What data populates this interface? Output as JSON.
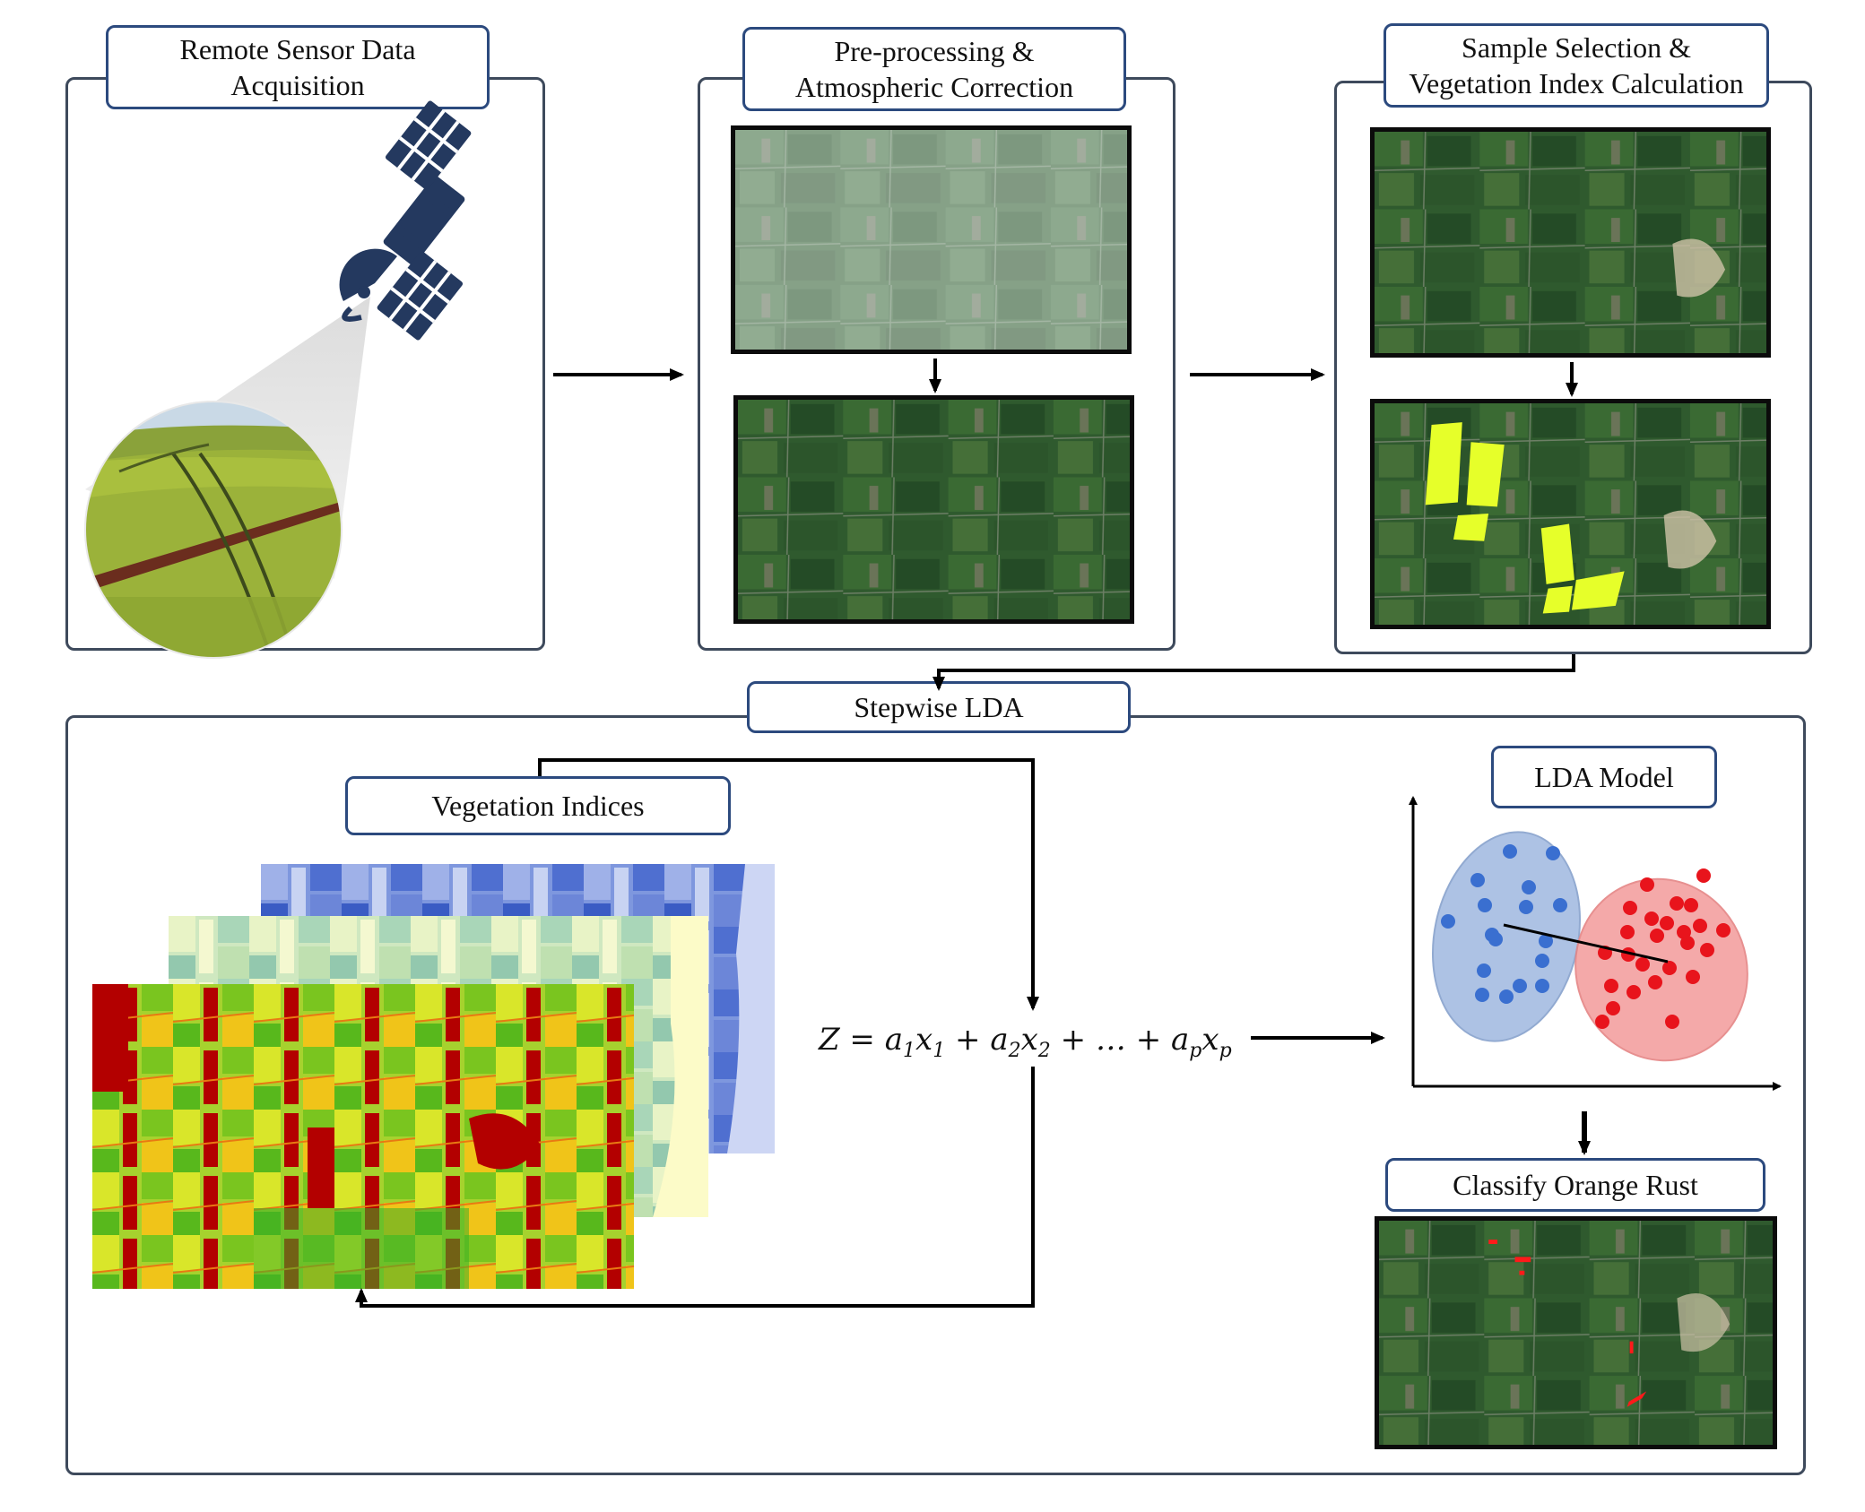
{
  "stages": {
    "acquisition": {
      "line1": "Remote Sensor Data",
      "line2": "Acquisition"
    },
    "preprocessing": {
      "line1": "Pre-processing &",
      "line2": "Atmospheric Correction"
    },
    "sample_selection": {
      "line1": "Sample Selection &",
      "line2": "Vegetation Index Calculation"
    },
    "stepwise_lda": "Stepwise LDA",
    "vegetation_indices": "Vegetation Indices",
    "lda_model": "LDA Model",
    "classify": "Classify Orange Rust"
  },
  "equation": {
    "lhs": "Z = ",
    "t1_coef": "a",
    "t1_coef_sub": "1",
    "t1_var": "x",
    "t1_var_sub": "1",
    "plus1": " + ",
    "t2_coef": "a",
    "t2_coef_sub": "2",
    "t2_var": "x",
    "t2_var_sub": "2",
    "plus2": " +  … + ",
    "tp_coef": "a",
    "tp_coef_sub": "p",
    "tp_var": "x",
    "tp_var_sub": "p"
  },
  "colors": {
    "panel_border": "#3e4a5c",
    "label_border": "#2c4a7e",
    "satellite": "#24395f",
    "class_a_fill": "#9fb8e0",
    "class_a_point": "#3a6fd0",
    "class_b_fill": "#f3a0a0",
    "class_b_point": "#e8141c",
    "detected_rust": "#ff1a1a",
    "sample_highlight": "#e6ff2a"
  },
  "icons": [
    "satellite-icon",
    "field-photo-icon",
    "arrow-right-icon",
    "arrow-down-icon"
  ]
}
